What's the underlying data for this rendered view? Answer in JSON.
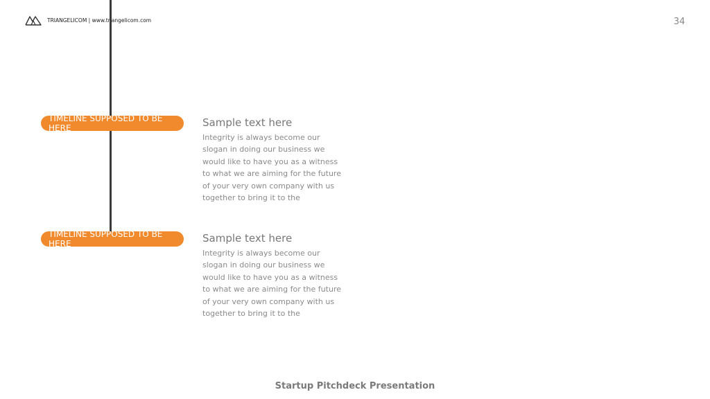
{
  "header": {
    "logo_icon": "mountain-triangles-logo",
    "brand_text": "TRIANGELICOM | www.triangelicom.com",
    "page_number": "34"
  },
  "timeline": {
    "line_color": "#3a3a3a",
    "pill_color": "#f08a2c",
    "items": [
      {
        "pill_label": "TIMELINE SUPPOSED TO BE HERE",
        "heading": "Sample text here",
        "body": "Integrity is always become our slogan in doing our business we would like to have you as a witness to what we are aiming for the future of your very own company with us together to bring it to the"
      },
      {
        "pill_label": "TIMELINE SUPPOSED TO BE HERE",
        "heading": "Sample text here",
        "body": "Integrity is always become our slogan in doing our business we would like to have you as a witness to what we are aiming for the future of your very own company with us together to bring it to the"
      }
    ]
  },
  "footer": {
    "title": "Startup Pitchdeck Presentation"
  }
}
